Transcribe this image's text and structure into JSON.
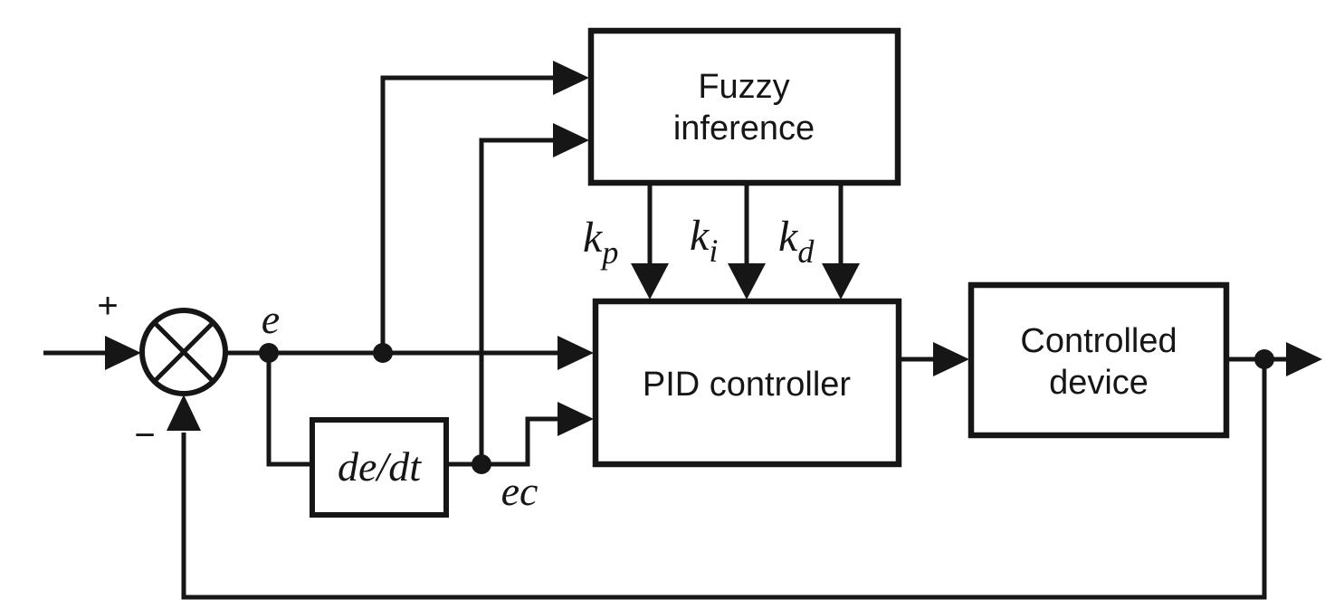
{
  "figure": {
    "background": "#ffffff",
    "line_color": "#161616"
  },
  "blocks": {
    "fuzzy_inference": {
      "line1": "Fuzzy",
      "line2": "inference"
    },
    "pid_controller": {
      "label": "PID controller"
    },
    "controlled_device": {
      "line1": "Controlled",
      "line2": "device"
    },
    "derivative": {
      "label": "de/dt"
    }
  },
  "labels": {
    "error": "e",
    "error_change": "ec",
    "kp_base": "k",
    "kp_sub": "p",
    "ki_base": "k",
    "ki_sub": "i",
    "kd_base": "k",
    "kd_sub": "d",
    "plus_sign": "+",
    "minus_sign": "−"
  }
}
